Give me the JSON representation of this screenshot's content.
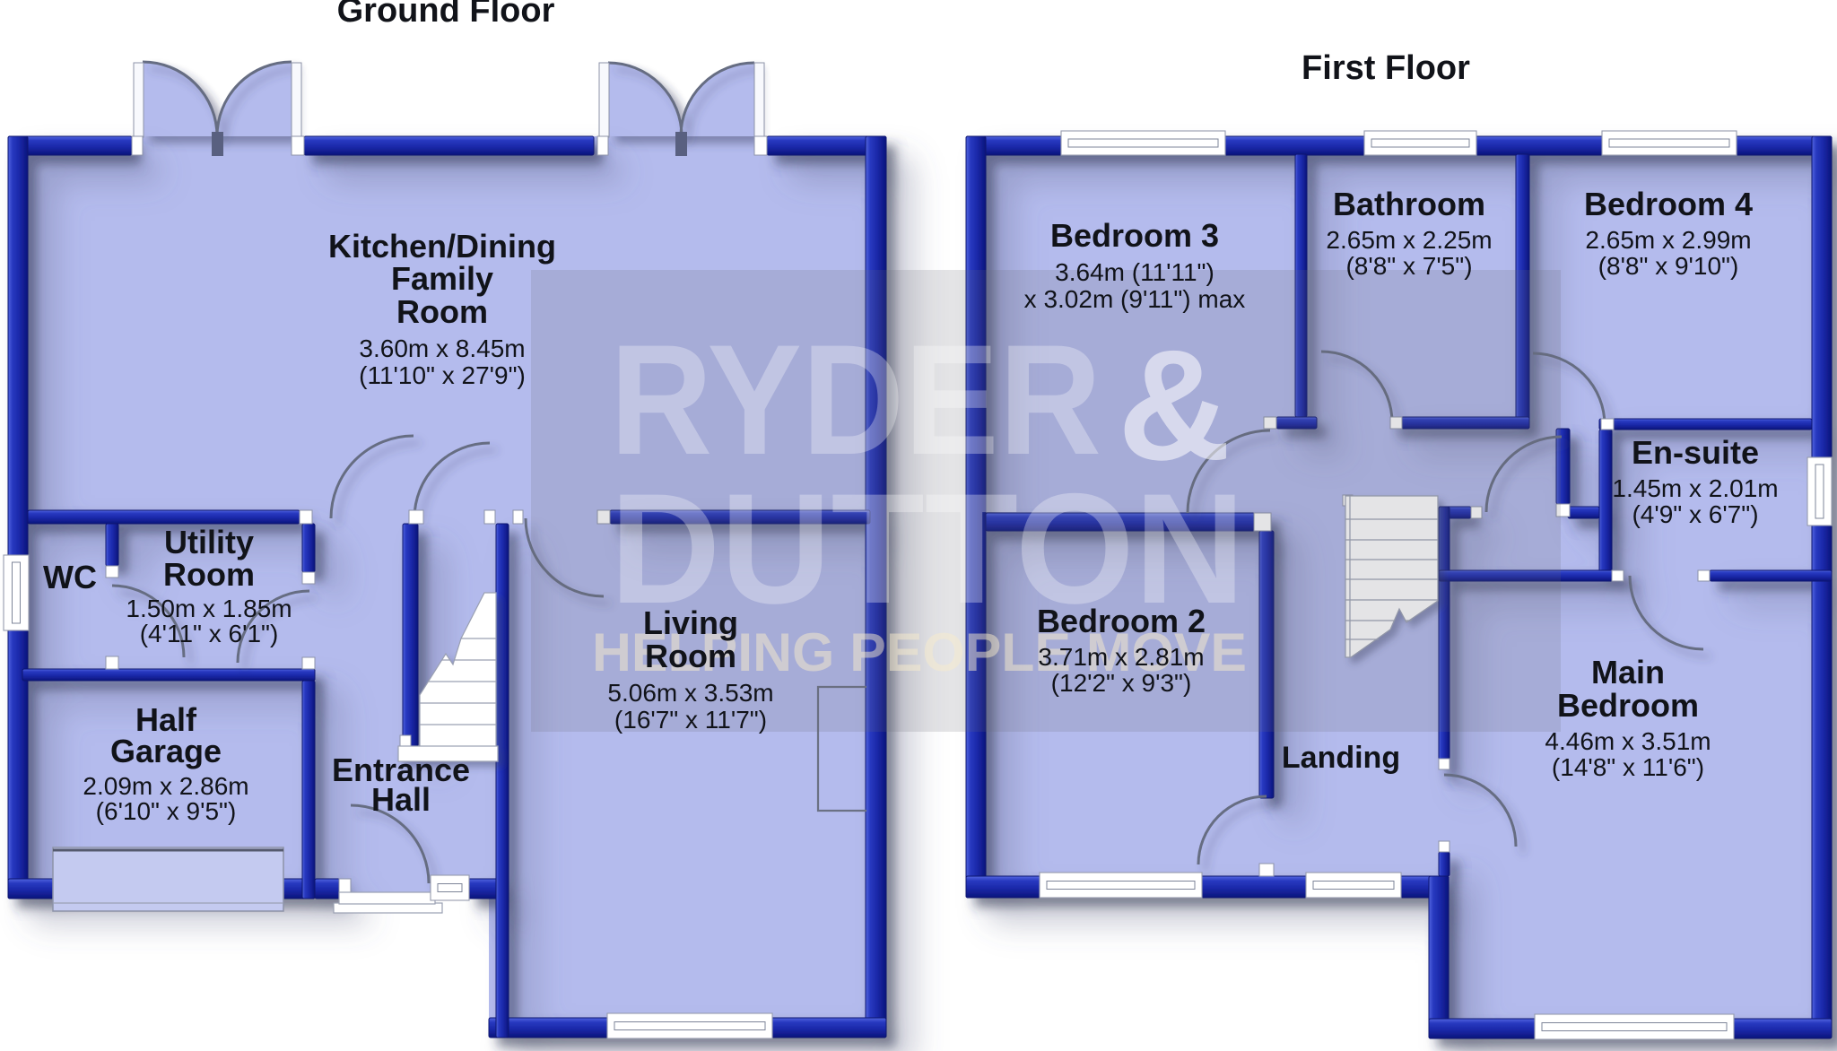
{
  "ground_floor": {
    "title": "Ground Floor",
    "rooms": {
      "kitchen": {
        "name": [
          "Kitchen/Dining",
          "Family",
          "Room"
        ],
        "dims": [
          "3.60m x 8.45m",
          "(11'10\" x 27'9\")"
        ]
      },
      "wc": {
        "name": [
          "WC"
        ],
        "dims": []
      },
      "utility": {
        "name": [
          "Utility",
          "Room"
        ],
        "dims": [
          "1.50m x 1.85m",
          "(4'11\" x 6'1\")"
        ]
      },
      "garage": {
        "name": [
          "Half",
          "Garage"
        ],
        "dims": [
          "2.09m x 2.86m",
          "(6'10\" x 9'5\")"
        ]
      },
      "hall": {
        "name": [
          "Entrance",
          "Hall"
        ],
        "dims": []
      },
      "living": {
        "name": [
          "Living",
          "Room"
        ],
        "dims": [
          "5.06m x 3.53m",
          "(16'7\" x 11'7\")"
        ]
      }
    }
  },
  "first_floor": {
    "title": "First Floor",
    "rooms": {
      "bed3": {
        "name": [
          "Bedroom 3"
        ],
        "dims": [
          "3.64m (11'11\")",
          "x 3.02m (9'11\") max"
        ]
      },
      "bathroom": {
        "name": [
          "Bathroom"
        ],
        "dims": [
          "2.65m x 2.25m",
          "(8'8\" x 7'5\")"
        ]
      },
      "bed4": {
        "name": [
          "Bedroom 4"
        ],
        "dims": [
          "2.65m x 2.99m",
          "(8'8\" x 9'10\")"
        ]
      },
      "ensuite": {
        "name": [
          "En-suite"
        ],
        "dims": [
          "1.45m x 2.01m",
          "(4'9\" x 6'7\")"
        ]
      },
      "bed2": {
        "name": [
          "Bedroom 2"
        ],
        "dims": [
          "3.71m x 2.81m",
          "(12'2\" x 9'3\")"
        ]
      },
      "landing": {
        "name": [
          "Landing"
        ],
        "dims": []
      },
      "mainbed": {
        "name": [
          "Main",
          "Bedroom"
        ],
        "dims": [
          "4.46m x 3.51m",
          "(14'8\" x 11'6\")"
        ]
      }
    }
  },
  "watermark": {
    "brand_top": "RYDER",
    "brand_amp": "&",
    "brand_bottom": "DUTTON",
    "tagline": "HELPING PEOPLE MOVE"
  },
  "colors": {
    "floor": "#b4bbed",
    "wall_dark": "#0b157c",
    "wall_mid": "#2839c0",
    "wall_light": "#5266e0",
    "label_text": "#111319",
    "watermark_amp_pink": "#ee8fa8",
    "watermark_text": "#ffffff",
    "watermark_tagline": "#f7eccb",
    "background": "#ffffff"
  }
}
